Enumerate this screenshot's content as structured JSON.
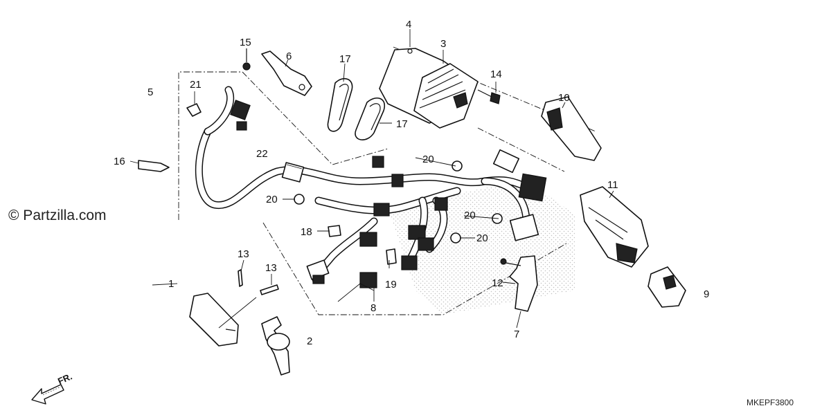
{
  "copyright": "© Partzilla.com",
  "diagram_code": "MKEPF3800",
  "front_marker": "FR.",
  "icons": [
    "front-direction-arrow-icon"
  ],
  "callouts": {
    "c1": "1",
    "c2": "2",
    "c3": "3",
    "c4": "4",
    "c5": "5",
    "c6": "6",
    "c7": "7",
    "c8": "8",
    "c9": "9",
    "c10": "10",
    "c11": "11",
    "c12": "12",
    "c13a": "13",
    "c13b": "13",
    "c14": "14",
    "c15": "15",
    "c16": "16",
    "c17a": "17",
    "c17b": "17",
    "c18": "18",
    "c19": "19",
    "c20a": "20",
    "c20b": "20",
    "c20c": "20",
    "c20d": "20",
    "c21": "21",
    "c22": "22"
  }
}
